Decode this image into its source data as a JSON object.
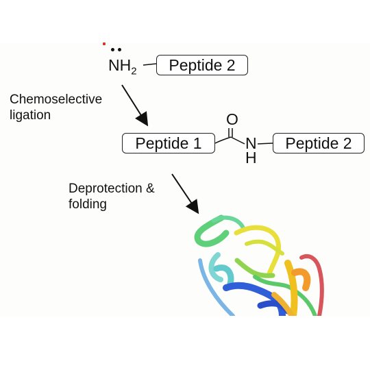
{
  "reagent": {
    "amine_group": "NH",
    "amine_subscript": "2",
    "peptide_label": "Peptide 2"
  },
  "step1": {
    "line1": "Chemoselective",
    "line2": "ligation"
  },
  "product": {
    "left_peptide": "Peptide 1",
    "carbonyl_atom": "O",
    "nitrogen_atom": "N",
    "hydrogen_atom": "H",
    "right_peptide": "Peptide 2"
  },
  "step2": {
    "line1": "Deprotection &",
    "line2": "folding"
  },
  "colors": {
    "background": "#fdfdfb",
    "ink": "#111111",
    "lone_pair": "#111111",
    "stray_mark": "#d23a2a"
  },
  "protein_icon": "folded-protein-ribbon"
}
